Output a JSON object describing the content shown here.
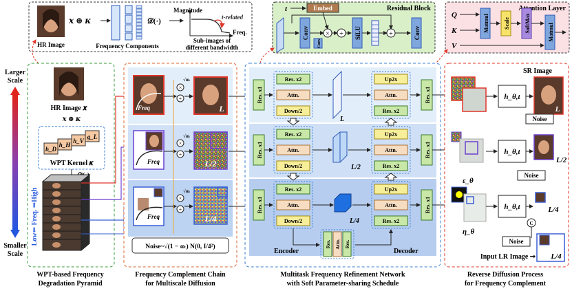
{
  "top": {
    "hr_image_label": "HR Image",
    "x_op_k": "𝒙 ⊛ 𝜿",
    "freq_components_label": "Frequency Components",
    "d_op": "𝒟(·)",
    "magnitude_label": "Magnitude",
    "t_related_label": "t-related",
    "freq_axis_label": "Freq.",
    "subimages_label_1": "Sub-images of",
    "subimages_label_2": "different bandwidth"
  },
  "residual_block": {
    "title": "Residual Block",
    "t_label": "t",
    "embed_label": "Embed",
    "conv1_label": "Conv",
    "conv2_label": "Conv",
    "conv3_label": "Conv",
    "silu_label": "SiLU"
  },
  "attention_layer": {
    "title": "Attention Layer",
    "q_label": "Q",
    "k_label": "K",
    "v_label": "V",
    "matmul1_label": "Matmul",
    "scale_label": "Scale",
    "softmax_label": "SoftMax",
    "matmul2_label": "Matmul"
  },
  "left_scale": {
    "larger_1": "Larger",
    "larger_2": "Scale",
    "smaller_1": "Smaller",
    "smaller_2": "Scale"
  },
  "panel1": {
    "hr_label": "HR Image 𝒙",
    "x_op_k": "𝒙 ⊛ 𝜿",
    "wpt_kernel": "WPT Kernel 𝜿",
    "d_op": "𝒟(·)",
    "h_labels": [
      "h_D",
      "h_H",
      "h_V",
      "g_L"
    ],
    "low_high": "Low⇐ Freq. ⇒High",
    "caption_1": "WPT-based Frequency",
    "caption_2": "Degradation Pyramid"
  },
  "panel2": {
    "freq_label": "Freq",
    "scale_labels": [
      "L",
      "L/2",
      "L/4"
    ],
    "sqrt_alpha": "√αₜ",
    "noise_formula": "Noise~√(1 − αₜ) N(0, I/4²)",
    "caption_1": "Frequency Complement Chain",
    "caption_2": "for Multiscale Diffusion"
  },
  "panel3": {
    "res_x1": "Res. x1",
    "res_x2": "Res. x2",
    "attn": "Attn.",
    "down2": "Down/2",
    "up2x": "Up2x",
    "scale_labels": [
      "L",
      "L/2",
      "L/4"
    ],
    "encoder_label": "Encoder",
    "decoder_label": "Decoder",
    "bottleneck_res": "Res.",
    "bottleneck_attn": "Attn.",
    "caption_1": "Multitask Frequency Refinement Network",
    "caption_2": "with Soft Parameter-sharing Schedule"
  },
  "panel4": {
    "sr_image": "SR Image",
    "h_theta": "h_θ,t",
    "noise_label": "Noise",
    "eps_label": "ε_θ",
    "eta_label": "η_θ",
    "scale_labels": [
      "L",
      "L/2",
      "L/4"
    ],
    "input_lr": "Input LR Image ➞",
    "caption_1": "Reverse Diffusion Process",
    "caption_2": "for Frequency Complement"
  },
  "colors": {
    "green_dash": "#3a9a3a",
    "orange_dash": "#d9632b",
    "blue_dash": "#3b7fd6",
    "red_dash": "#e0362b",
    "res_fill": "#c9e8a8",
    "attn_fill": "#f6dcc0",
    "up_fill": "#f7ee9a",
    "panel3_bg": "#dde8f7"
  }
}
